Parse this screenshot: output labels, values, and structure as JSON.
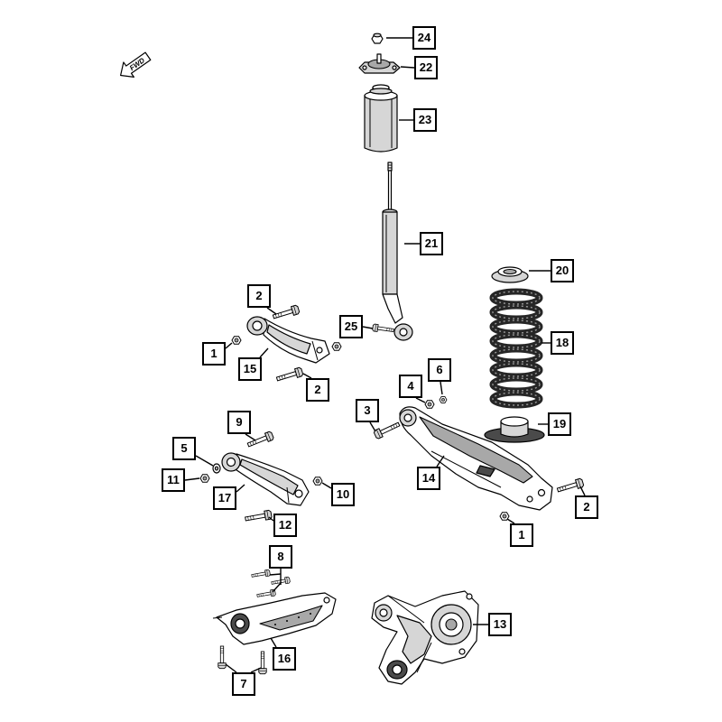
{
  "direction_arrow": {
    "label": "FWD",
    "icon": "fwd-arrow-icon"
  },
  "callouts": [
    {
      "label": "24"
    },
    {
      "label": "22"
    },
    {
      "label": "23"
    },
    {
      "label": "21"
    },
    {
      "label": "20"
    },
    {
      "label": "18"
    },
    {
      "label": "19"
    },
    {
      "label": "25"
    },
    {
      "label": "2"
    },
    {
      "label": "1"
    },
    {
      "label": "15"
    },
    {
      "label": "2"
    },
    {
      "label": "3"
    },
    {
      "label": "4"
    },
    {
      "label": "6"
    },
    {
      "label": "14"
    },
    {
      "label": "2"
    },
    {
      "label": "1"
    },
    {
      "label": "9"
    },
    {
      "label": "5"
    },
    {
      "label": "11"
    },
    {
      "label": "17"
    },
    {
      "label": "10"
    },
    {
      "label": "12"
    },
    {
      "label": "8"
    },
    {
      "label": "16"
    },
    {
      "label": "7"
    },
    {
      "label": "13"
    }
  ]
}
